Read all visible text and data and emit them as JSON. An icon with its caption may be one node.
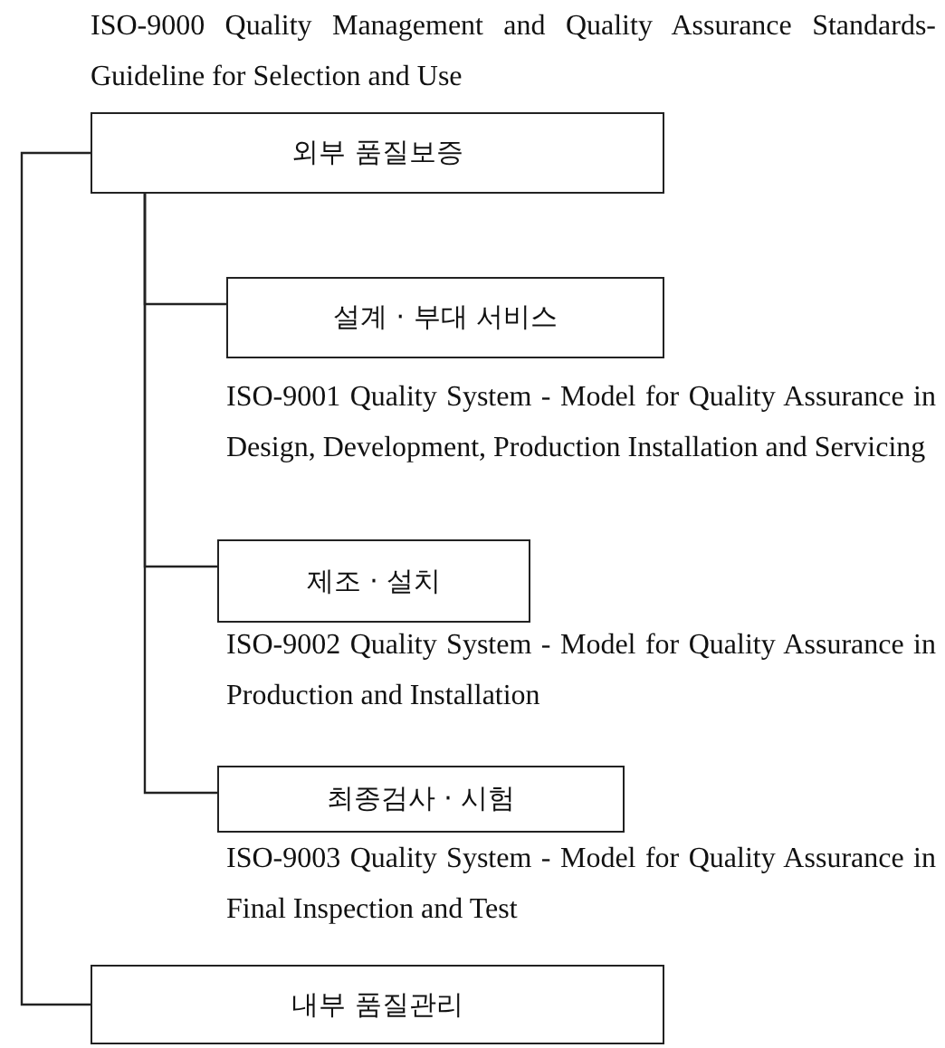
{
  "diagram": {
    "title": "ISO-9000 Quality Management and Quality Assurance Standards-Guideline for Selection and Use",
    "nodes": [
      {
        "text": [
          "외부 품질보증"
        ]
      },
      {
        "text": [
          "설계 · 부대 서비스"
        ],
        "beside": [
          "ISO-9001 Quality System - Model for Quality Assurance in Design, Development, Production Installation and Servicing"
        ]
      },
      {
        "text": [
          "제조 · 설치"
        ],
        "beside": [
          "ISO-9002 Quality System - Model for Quality Assurance in Production and Installation"
        ]
      },
      {
        "text": [
          "최종검사 · 시험"
        ],
        "beside": [
          "ISO-9003 Quality System - Model for Quality Assurance in Final Inspection and Test"
        ]
      },
      {
        "text": [
          "내부 품질관리"
        ]
      }
    ],
    "edges": [
      {
        "from": 0,
        "to": 1,
        "arrow": "none"
      },
      {
        "from": 0,
        "to": 2,
        "arrow": "none"
      },
      {
        "from": 0,
        "to": 3,
        "arrow": "none"
      },
      {
        "from": 0,
        "to": 4,
        "arrow": "none"
      }
    ]
  }
}
